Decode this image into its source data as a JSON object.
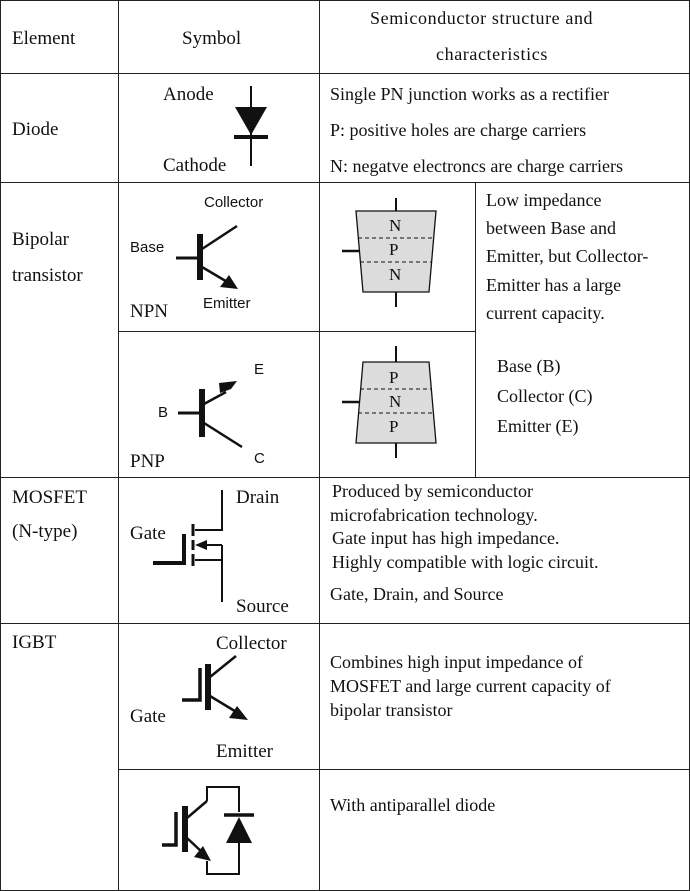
{
  "header": {
    "element": "Element",
    "symbol": "Symbol",
    "structure_line1": "Semiconductor structure and",
    "structure_line2": "characteristics"
  },
  "rows": {
    "diode": {
      "element": "Diode",
      "anode": "Anode",
      "cathode": "Cathode",
      "desc": [
        "Single PN junction works as a rectifier",
        "P: positive holes are charge carriers",
        "N: negatve electroncs are charge carriers"
      ]
    },
    "bipolar": {
      "element_line1": "Bipolar",
      "element_line2": "transistor",
      "npn": {
        "collector": "Collector",
        "base": "Base",
        "emitter": "Emitter",
        "type": "NPN",
        "layers": [
          "N",
          "P",
          "N"
        ]
      },
      "pnp": {
        "e": "E",
        "b": "B",
        "c": "C",
        "type": "PNP",
        "layers": [
          "P",
          "N",
          "P"
        ]
      },
      "desc": [
        "Low impedance",
        "between Base and",
        "Emitter, but Collector-",
        "Emitter has a large",
        "current capacity."
      ],
      "terminals": [
        "Base (B)",
        "Collector (C)",
        "Emitter (E)"
      ]
    },
    "mosfet": {
      "element_line1": "MOSFET",
      "element_line2": "(N-type)",
      "gate": "Gate",
      "drain": "Drain",
      "source": "Source",
      "desc": [
        "Produced by semiconductor",
        "microfabrication technology.",
        "Gate input has high impedance.",
        "Highly compatible with logic circuit.",
        "Gate, Drain, and Source"
      ]
    },
    "igbt": {
      "element": "IGBT",
      "collector": "Collector",
      "gate": "Gate",
      "emitter": "Emitter",
      "desc": [
        "Combines high input impedance of",
        "MOSFET and large current capacity of",
        "bipolar transistor"
      ],
      "antiparallel": "With antiparallel diode"
    }
  }
}
